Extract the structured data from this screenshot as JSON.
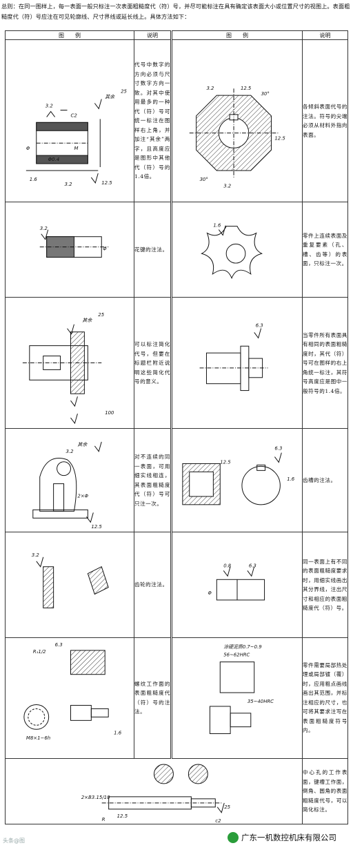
{
  "intro": "总则：在同一图样上，每一表面一般只标注一次表面粗糙度代（符）号，并尽可能标注在具有确定该表面大小或位置尺寸的视图上。表面粗糙度代（符）号应注在可见轮廓线、尺寸界线或延长线上。具体方法如下：",
  "headers": {
    "figure": "图　　例",
    "note": "说明"
  },
  "notes": {
    "r1_left": "代号中数字的方向必须与尺寸数字方向一致。对其中使用最多的一种代（符）号可统一标注在图样右上角，并加注“其余”两字，且高度应是图形中其他代（符）号的1.4倍。",
    "r1_right": "各倾斜表面代号的注法。符号的尖端必须从材料外指向表面。",
    "r2_left": "花键的注法。",
    "r2_right": "零件上连续表面及重复要素（孔、槽、齿等）的表面，只标注一次。",
    "r3_left": "可以标注简化代号，但要在标题栏附近说明这些简化代号的意义。",
    "r3_right": "当零件所有表面具有相同的表面粗糙度时，其代（符）号可在图样的右上角统一标注，其符号高度应是图中一般符号的1.4倍。",
    "r4_left": "对不连续的同一表面，可用细实线相连，其表面粗糙度代（符）号可只注一次。",
    "r4_right": "齿槽的注法。",
    "r5_left": "齿轮的注法。",
    "r5_right": "同一表面上有不同的表面粗糙度要求时，用细实线画出其分界线，注出尺寸和相应的表面粗糙度代（符）号。",
    "r6_left": "螺纹工作面的表面粗糙度代（符）号的注法。",
    "r6_right": "零件需要局部热处理或局部镀（覆）时，应用粗点画线画出其范围，并标注相应的尺寸，也可将其要求注写在表面粗糙度符号内。",
    "r7_right": "中心孔的工作表面，键槽工作面，倒角、圆角的表面粗糙度代号，可以简化标注。"
  },
  "labels": {
    "qiyu": "其余",
    "v25": "25",
    "v32": "3.2",
    "v16": "1.6",
    "v125": "12.5",
    "v63": "6.3",
    "v08": "0.8",
    "v30": "30°",
    "v100": "100",
    "c2": "C2",
    "c2_small": "c2",
    "phi": "Φ",
    "M": "M",
    "phi04": "Φ0.4",
    "r12": "R₁1/2",
    "m8": "M8×1−6h",
    "plate": "涂硬泥质0.7~0.9",
    "hrc1": "56~62HRC",
    "hrc2": "35~40HRC",
    "center": "2×B3.15/10",
    "phi2": "2×Φ",
    "r": "R",
    "wm_left": "头条@图",
    "wm_right": "广东一机数控机床有限公司"
  }
}
